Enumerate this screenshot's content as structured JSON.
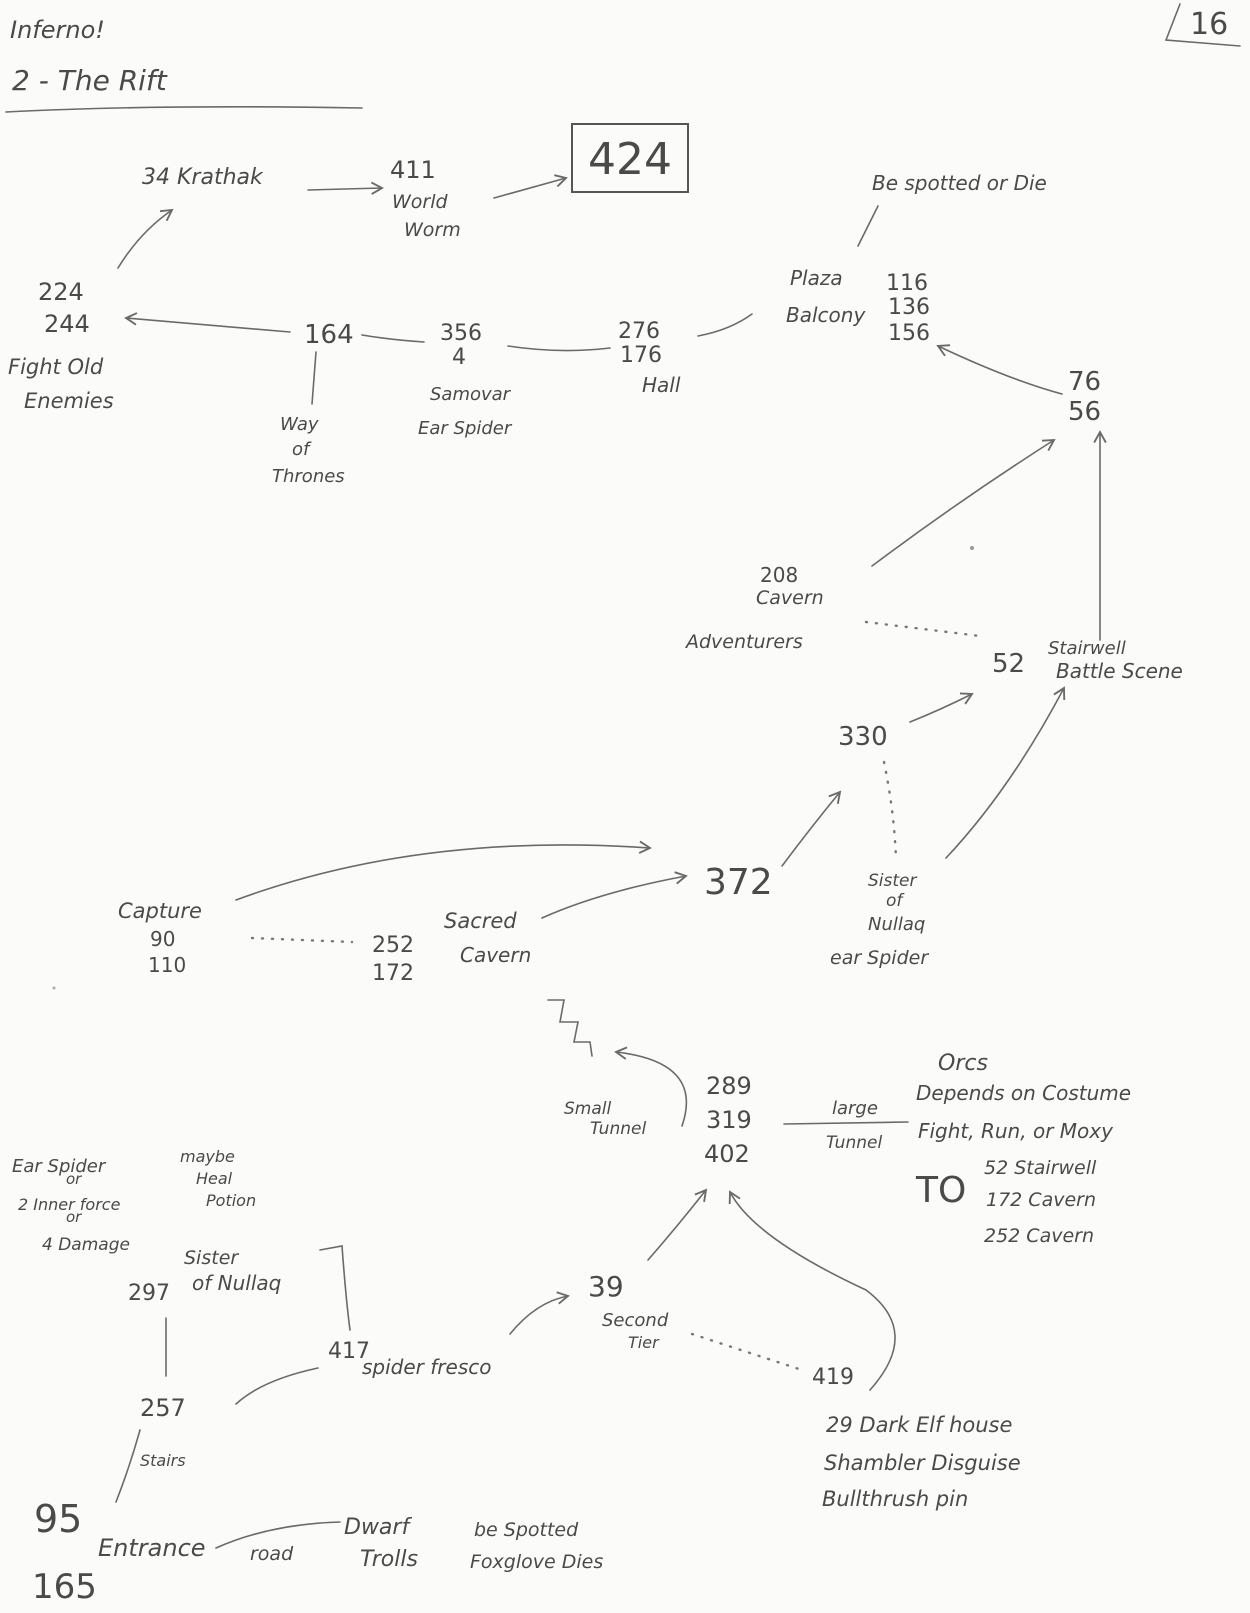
{
  "header": {
    "title": "Inferno!",
    "subtitle": "2 - The Rift",
    "page_number": "16"
  },
  "nodes": {
    "krathak": "34 Krathak",
    "world_worm_num": "411",
    "world_worm_l1": "World",
    "world_worm_l2": "Worm",
    "end": "424",
    "spotted_die": "Be spotted or Die",
    "plaza": "Plaza",
    "balcony": "Balcony",
    "plaza_n1": "116",
    "plaza_n2": "136",
    "plaza_n3": "156",
    "old_n1": "224",
    "old_n2": "244",
    "old_l1": "Fight Old",
    "old_l2": "Enemies",
    "n164": "164",
    "thrones_l1": "Way",
    "thrones_l2": "of",
    "thrones_l3": "Thrones",
    "samovar_n1": "356",
    "samovar_n2": "4",
    "samovar_l1": "Samovar",
    "samovar_l2": "Ear Spider",
    "hall_n1": "276",
    "hall_n2": "176",
    "hall_l": "Hall",
    "n76": "76",
    "n56": "56",
    "cavern208_n": "208",
    "cavern208_l": "Cavern",
    "adventurers": "Adventurers",
    "n52": "52",
    "stairwell_l1": "Stairwell",
    "stairwell_l2": "Battle Scene",
    "n330": "330",
    "n372": "372",
    "sister_l1": "Sister",
    "sister_l2": "of",
    "sister_l3": "Nullaq",
    "sister_l4": "ear Spider",
    "capture_l": "Capture",
    "capture_n1": "90",
    "capture_n2": "110",
    "sacred_n1": "252",
    "sacred_n2": "172",
    "sacred_l1": "Sacred",
    "sacred_l2": "Cavern",
    "small_tunnel_l1": "Small",
    "small_tunnel_l2": "Tunnel",
    "hub_n1": "289",
    "hub_n2": "319",
    "hub_n3": "402",
    "large_tunnel_l1": "large",
    "large_tunnel_l2": "Tunnel",
    "orcs_l1": "Orcs",
    "orcs_l2": "Depends on Costume",
    "orcs_l3": "Fight, Run, or Moxy",
    "to_label": "TO",
    "to_l1": "52 Stairwell",
    "to_l2": "172 Cavern",
    "to_l3": "252 Cavern",
    "ear_l1": "Ear Spider",
    "ear_l2": "or",
    "ear_l3": "2 Inner force",
    "ear_l4": "or",
    "ear_l5": "4 Damage",
    "heal_l1": "maybe",
    "heal_l2": "Heal",
    "heal_l3": "Potion",
    "sister2_l1": "Sister",
    "sister2_l2": "of Nullaq",
    "n297": "297",
    "n417": "417",
    "fresco_l": "spider fresco",
    "n39": "39",
    "tier_l1": "Second",
    "tier_l2": "Tier",
    "n419": "419",
    "elf_l1": "29 Dark Elf house",
    "elf_l2": "Shambler Disguise",
    "elf_l3": "Bullthrush pin",
    "n257": "257",
    "stairs_l": "Stairs",
    "n95": "95",
    "n165": "165",
    "entrance_l": "Entrance",
    "road_l": "road",
    "dwarf_l1": "Dwarf",
    "dwarf_l2": "Trolls",
    "foxglove_l1": "be Spotted",
    "foxglove_l2": "Foxglove Dies"
  }
}
